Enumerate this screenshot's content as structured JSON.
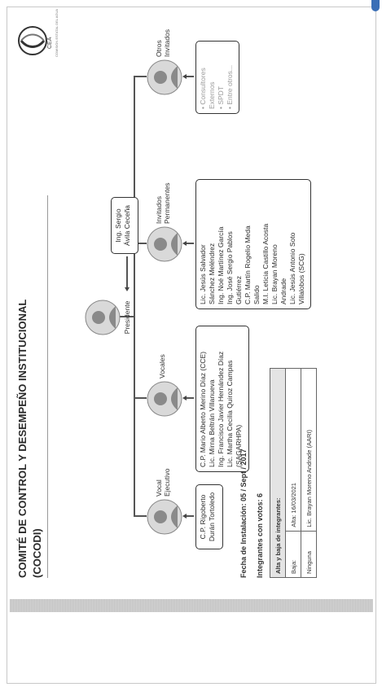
{
  "document": {
    "title_line1": "COMITÉ DE CONTROL Y DESEMPEÑO INSTITUCIONAL",
    "title_line2": "(COCODI)",
    "logo_text": "CEA",
    "logo_subtext": "COMISIÓN ESTATAL DEL AGUA"
  },
  "org_chart": {
    "top_node": {
      "label": "Presidente",
      "holder": [
        "Ing. Sergio",
        "Ávila Ceceña"
      ]
    },
    "branches": [
      {
        "label": [
          "Vocal",
          "Ejecutivo"
        ],
        "members": [
          "C.P. Rigoberto",
          "Durán Tortoledo"
        ]
      },
      {
        "label": [
          "Vocales"
        ],
        "members": [
          "C.P. Mario Alberto Merino Díaz (CCE)",
          "Lic. Mirna Beltrán Villanueva",
          "Ing. Francisco Javier Hernández Díaz",
          "Lic. Martha Cecilia Quiroz Campas",
          "(SAGARHPA)"
        ]
      },
      {
        "label": [
          "Invitados",
          "Permanentes"
        ],
        "members": [
          "Lic. Jesús Salvador",
          "Sánchez Meléndrez",
          "Ing. Noé Martínez García",
          "Ing. José Sergio Pablos",
          "Gutiérrez",
          "C.P. Martín Rogelio Meda",
          "Salido",
          "M.I. Leticia Castillo Acosta",
          "Lic. Brayan Moreno",
          "Andrade",
          "Lic. Jesús Antonio Soto",
          "Villalobos (SCG)"
        ]
      },
      {
        "label": [
          "Otros",
          "Invitados"
        ],
        "members": [
          "• Consultores",
          "  Externos",
          "• SPDT",
          "• Entre otros..."
        ]
      }
    ]
  },
  "installation": {
    "date_text": "Fecha de Instalación: 05 / Sept / 2017",
    "voters_text": "Integrantes con votos: 6"
  },
  "alta_baja_table": {
    "header": "Alta y baja de integrantes:",
    "row1": [
      "Baja:",
      "Alta: 16/03/2021"
    ],
    "row2": [
      "Ninguna",
      "Lic. Brayan Moreno Andrade (AARI)"
    ]
  }
}
